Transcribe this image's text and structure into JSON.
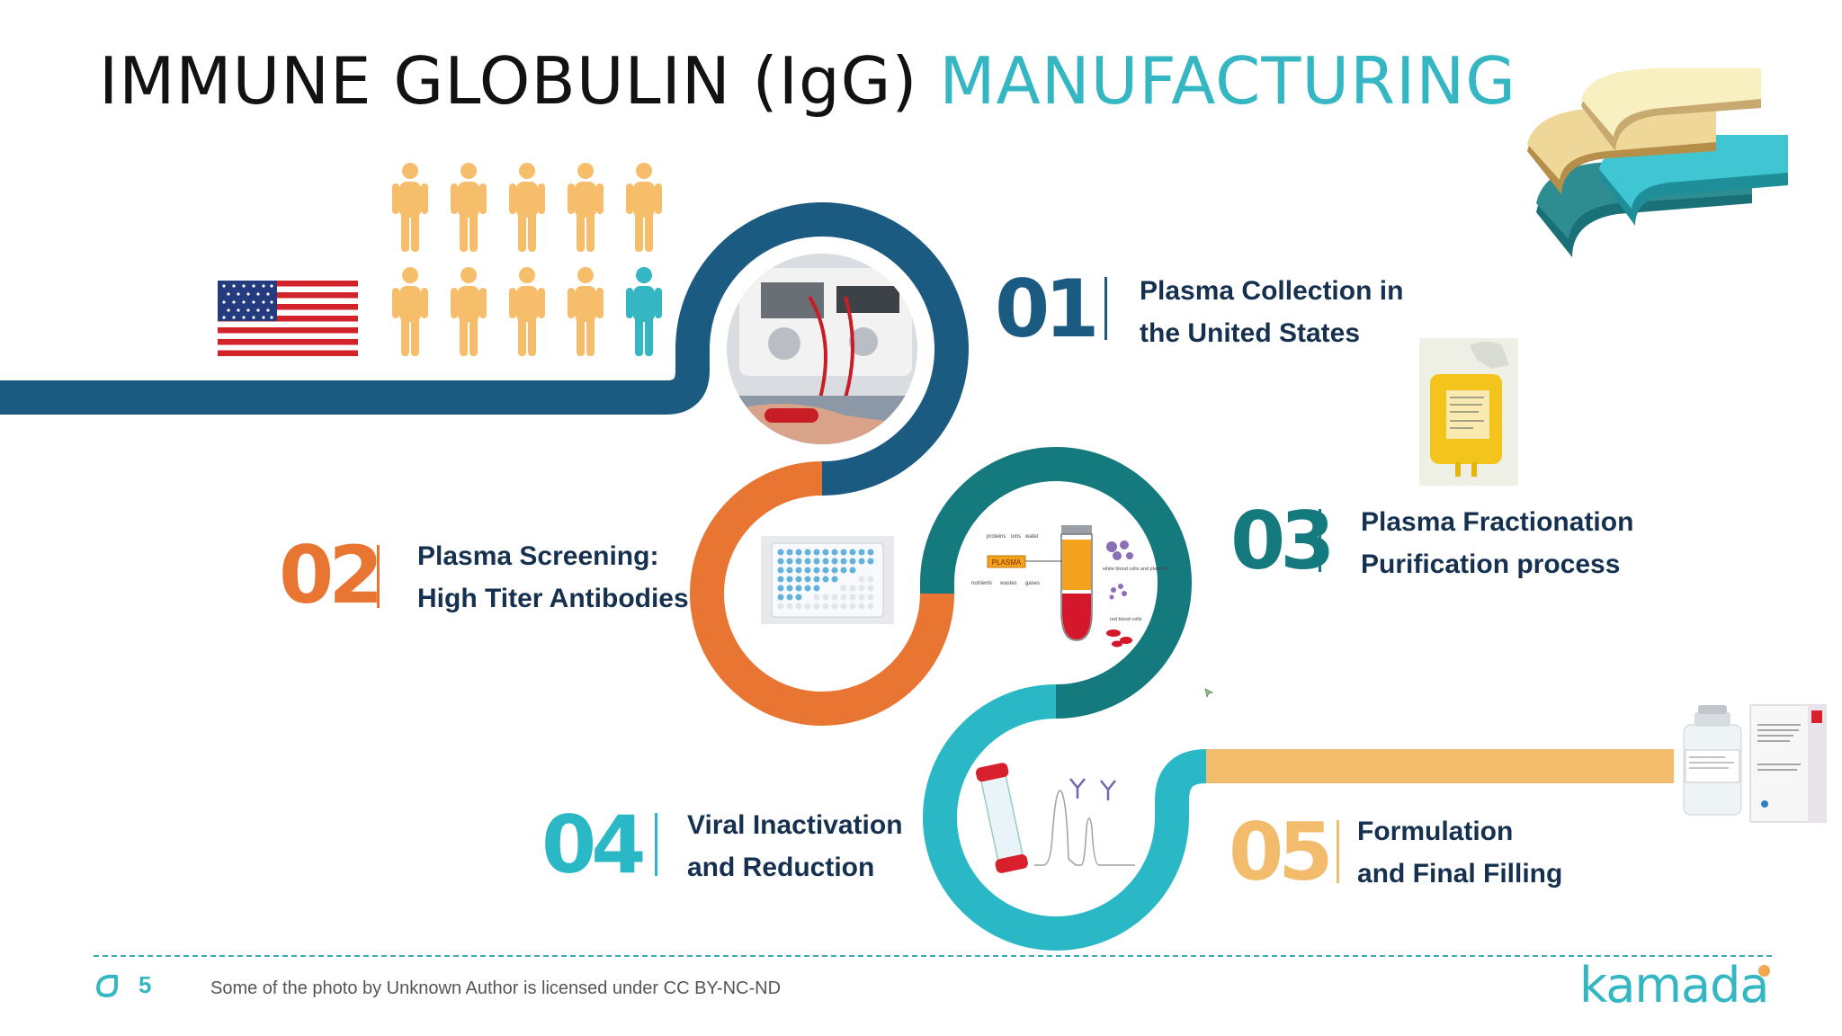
{
  "slide": {
    "title_part1": "IMMUNE GLOBULIN (IgG)",
    "title_part2": "MANUFACTURING",
    "page_number": "5",
    "footer_note": "Some of the photo by Unknown Author is licensed under CC BY-NC-ND",
    "logo_text": "kamada"
  },
  "steps": [
    {
      "number": "01",
      "line1": "Plasma Collection in",
      "line2": "the United States",
      "color": "#1b5b82"
    },
    {
      "number": "02",
      "line1": "Plasma Screening:",
      "line2": "High Titer Antibodies",
      "color": "#e97533"
    },
    {
      "number": "03",
      "line1": "Plasma Fractionation",
      "line2": "Purification process",
      "color": "#147a7e"
    },
    {
      "number": "04",
      "line1": "Viral Inactivation",
      "line2": "and Reduction",
      "color": "#2bb8c6"
    },
    {
      "number": "05",
      "line1": "Formulation",
      "line2": "and Final Filling",
      "color": "#f3bb6c"
    }
  ],
  "diagram_labels": {
    "plasma": "PLASMA",
    "proteins": "proteins",
    "ions": "ions",
    "water": "water",
    "nutrients": "nutrients",
    "wastes": "wastes",
    "gases": "gases",
    "white_cells": "white blood cells and platelets",
    "red_cells": "red blood cells"
  },
  "colors": {
    "accent": "#34b6c3",
    "person_orange": "#f6be6a",
    "person_teal": "#34b6c3",
    "navy": "#1b5b82",
    "orange": "#e97533",
    "teal_dark": "#147a7e",
    "teal_light": "#2bb8c6",
    "sand": "#f3bb6c"
  }
}
